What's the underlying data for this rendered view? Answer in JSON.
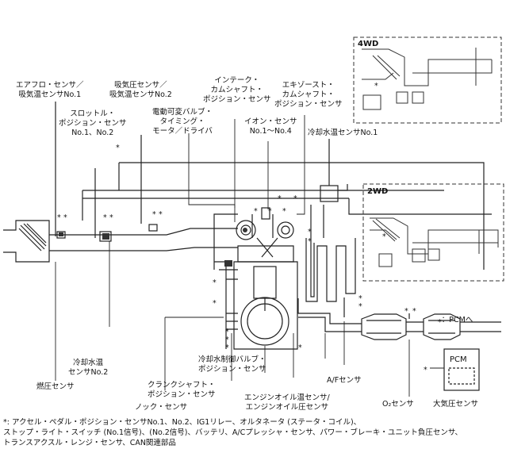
{
  "labels": {
    "airflow": [
      "エアフロ・センサ／",
      "吸気温センサNo.1"
    ],
    "map": [
      "吸気圧センサ／",
      "吸気温センサNo.2"
    ],
    "throttle": [
      "スロットル・",
      "ポジション・センサ",
      "No.1、No.2"
    ],
    "vvt": [
      "電動可変バルブ・",
      "タイミング・",
      "モータ／ドライバ"
    ],
    "intake_cam": [
      "インテーク・",
      "カムシャフト・",
      "ポジション・センサ"
    ],
    "exhaust_cam": [
      "エキゾースト・",
      "カムシャフト・",
      "ポジション・センサ"
    ],
    "ion": [
      "イオン・センサ",
      "No.1～No.4"
    ],
    "coolant1": "冷却水温センサNo.1",
    "coolant2": [
      "冷却水温",
      "センサNo.2"
    ],
    "fuel_pressure": "燃圧センサ",
    "knock": "ノック・センサ",
    "crank": [
      "クランクシャフト・",
      "ポジション・センサ"
    ],
    "coolant_valve": [
      "冷却水制御バルブ・",
      "ポジション・センサ"
    ],
    "oil": [
      "エンジンオイル温センサ/",
      "エンジンオイル圧センサ"
    ],
    "af": "A/Fセンサ",
    "o2": "O₂センサ",
    "baro": "大気圧センサ"
  },
  "boxes": {
    "fourwd": "4WD",
    "twowd": "2WD"
  },
  "pcm": "PCM",
  "legend": {
    "mark": "⁎：PCMへ"
  },
  "marks": {
    "star": "⁎"
  },
  "footnote": [
    "*: アクセル・ペダル・ポジション・センサNo.1、No.2、IG1リレー、オルタネータ (ステータ・コイル)、",
    "ストップ・ライト・スイッチ (No.1信号)、(No.2信号)、バッテリ、A/Cプレッシャ・センサ、パワー・ブレーキ・ユニット負圧センサ、",
    "トランスアクスル・レンジ・センサ、CAN関連部品"
  ]
}
